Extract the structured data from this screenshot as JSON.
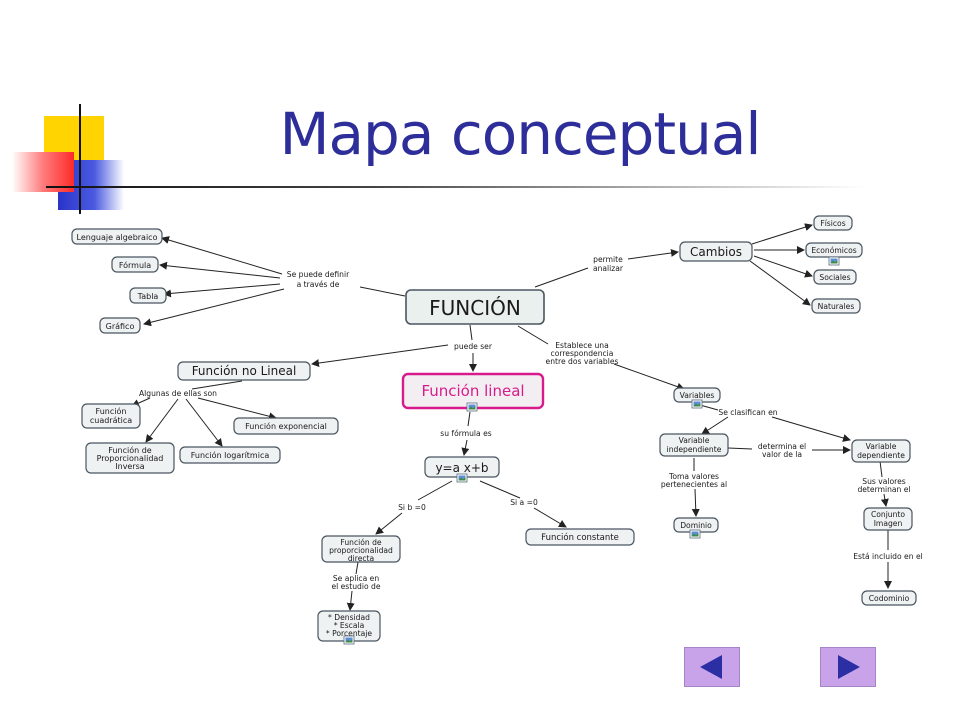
{
  "slide": {
    "title": "Mapa conceptual",
    "nav": {
      "prev": "previous-slide",
      "next": "next-slide"
    }
  },
  "nodes": {
    "funcion": "FUNCIÓN",
    "lenguaje": "Lenguaje algebraico",
    "formula": "Fórmula",
    "tabla": "Tabla",
    "grafico": "Gráfico",
    "cambios": "Cambios",
    "fisicos": "Físicos",
    "economicos": "Económicos",
    "sociales": "Sociales",
    "naturales": "Naturales",
    "no_lineal": "Función no Lineal",
    "cuadratica": [
      "Función",
      "cuadrática"
    ],
    "exponencial": "Función exponencial",
    "logaritmica": "Función logarítmica",
    "proporcionalidad_inversa": [
      "Función de",
      "Proporcionalidad",
      "Inversa"
    ],
    "lineal": "Función lineal",
    "ecuacion": "y=a x+b",
    "prop_directa": [
      "Función de",
      "proporcionalidad",
      "directa"
    ],
    "constante": "Función constante",
    "aplicaciones": [
      "* Densidad",
      "* Escala",
      "* Porcentaje"
    ],
    "variables": "Variables",
    "independiente": [
      "Variable",
      "independiente"
    ],
    "dependiente": [
      "Variable",
      "dependiente"
    ],
    "dominio": "Dominio",
    "conjunto_imagen": [
      "Conjunto",
      "Imagen"
    ],
    "codominio": "Codominio"
  },
  "links": {
    "se_puede_definir": [
      "Se puede definir",
      "a través de"
    ],
    "permite_analizar": [
      "permite",
      "analizar"
    ],
    "puede_ser": "puede ser",
    "establece": [
      "Establece una",
      "correspondencia",
      "entre dos variables"
    ],
    "algunas": "Algunas de ellas son",
    "su_formula": "su fórmula es",
    "si_b": "Si b =0",
    "si_a": "Si a =0",
    "se_aplica": [
      "Se aplica en",
      "el estudio de"
    ],
    "se_clasifican": "Se clasifican en",
    "determina": [
      "determina el",
      "valor de la"
    ],
    "toma_valores": [
      "Toma valores",
      "pertenecientes al"
    ],
    "sus_valores": [
      "Sus valores",
      "determinan el"
    ],
    "esta_incluido": "Está incluido en el"
  },
  "colors": {
    "title": "#2e2e9a",
    "highlight": "#d81b8c",
    "nav": "#c9a3e9",
    "nav_arrow": "#2b2fa3"
  },
  "icons": [
    "image-attachment-icon"
  ]
}
